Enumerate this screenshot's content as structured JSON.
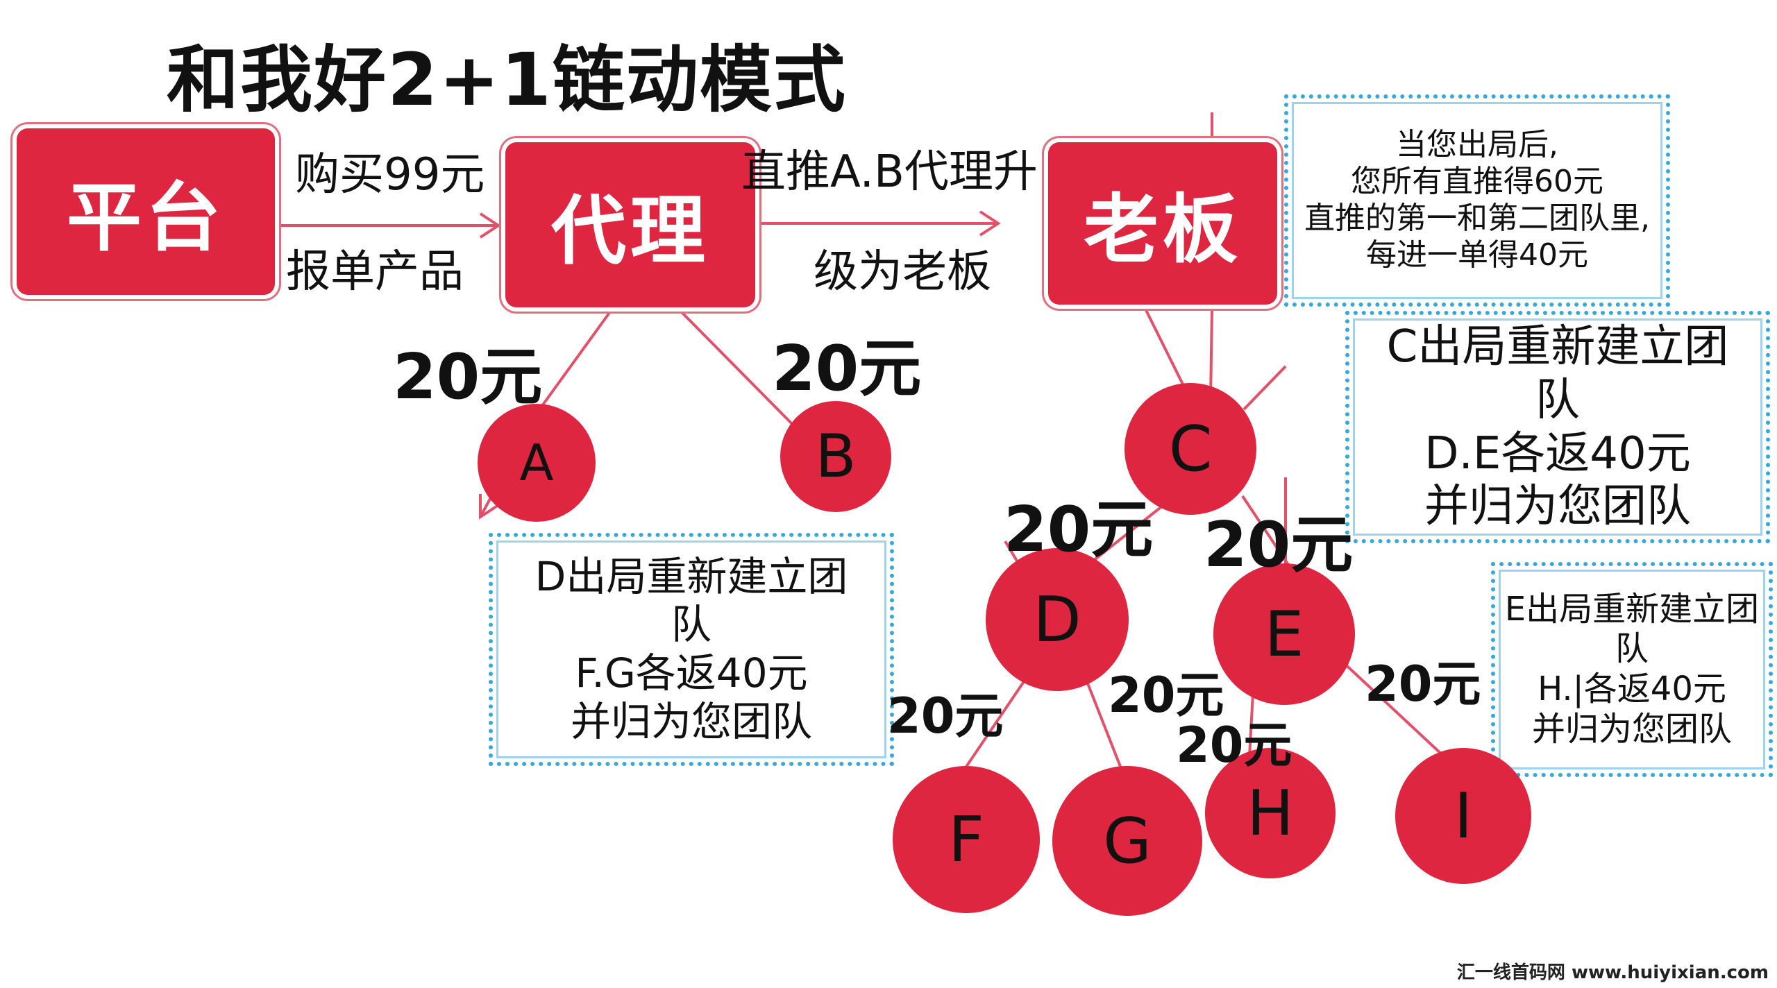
{
  "title": "和我好2+1链动模式",
  "boxes": {
    "platform": "平台",
    "agent": "代理",
    "boss": "老板"
  },
  "edge_labels": {
    "buy_top": "购买99元",
    "buy_bottom": "报单产品",
    "upgrade_top": "直推A.B代理升",
    "upgrade_bottom": "级为老板"
  },
  "amounts": {
    "agent_a": "20元",
    "agent_b": "20元",
    "c_d": "20元",
    "c_e": "20元",
    "d_f": "20元",
    "d_g": "20元",
    "e_h": "20元",
    "e_i": "20元"
  },
  "nodes": {
    "a": "A",
    "b": "B",
    "c": "C",
    "d": "D",
    "e": "E",
    "f": "F",
    "g": "G",
    "h": "H",
    "i": "I"
  },
  "notes": {
    "boss_note": [
      "当您出局后,",
      "您所有直推得60元",
      "直推的第一和第二团队里,",
      "每进一单得40元"
    ],
    "c_note": [
      "C出局重新建立团",
      "队",
      "D.E各返40元",
      "并归为您团队"
    ],
    "d_note": [
      "D出局重新建立团",
      "队",
      "F.G各返40元",
      "并归为您团队"
    ],
    "e_note": [
      "E出局重新建立团",
      "队",
      "H.|各返40元",
      "并归为您团队"
    ]
  },
  "watermark": "汇一线首码网 www.huiyixian.com",
  "colors": {
    "red": "#de2640",
    "line": "#e2506a",
    "dotted_border": "#37a7dc"
  }
}
